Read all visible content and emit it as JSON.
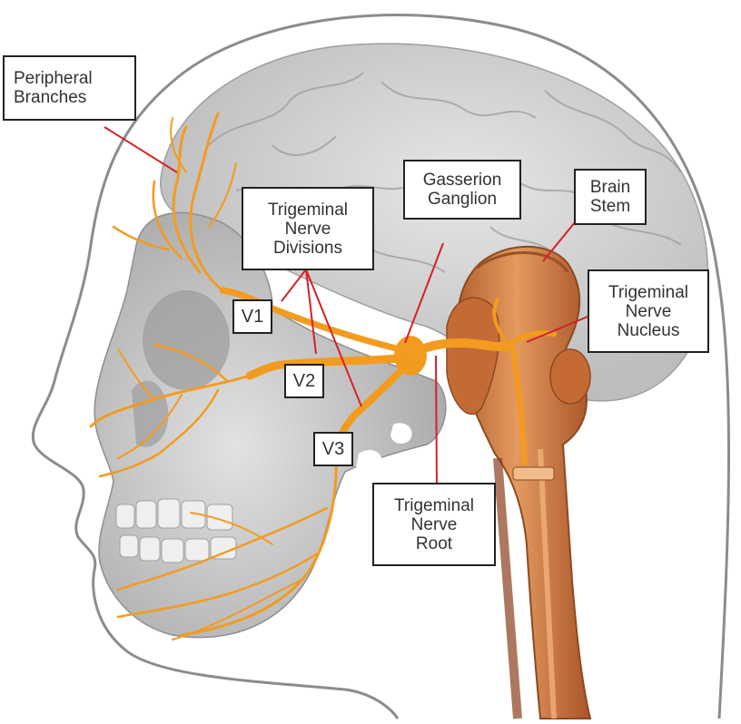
{
  "labels": {
    "peripheral_branches": [
      "Peripheral",
      "Branches"
    ],
    "trigeminal_nerve_divisions": [
      "Trigeminal",
      "Nerve",
      "Divisions"
    ],
    "gasserion_ganglion": [
      "Gasserion",
      "Ganglion"
    ],
    "brain_stem": [
      "Brain",
      "Stem"
    ],
    "trigeminal_nerve_nucleus": [
      "Trigeminal",
      "Nerve",
      "Nucleus"
    ],
    "trigeminal_nerve_root": [
      "Trigeminal",
      "Nerve",
      "Root"
    ],
    "v1": "V1",
    "v2": "V2",
    "v3": "V3"
  },
  "colors": {
    "nerve": "#f39b1f",
    "nerve_light": "#f7b44a",
    "leader_line": "#d62027",
    "brainstem": "#d9854a",
    "brainstem_dark": "#a9552a",
    "skull": "#c9c9c9",
    "brain": "#dcdcdc",
    "outline": "#8a8a8a"
  }
}
